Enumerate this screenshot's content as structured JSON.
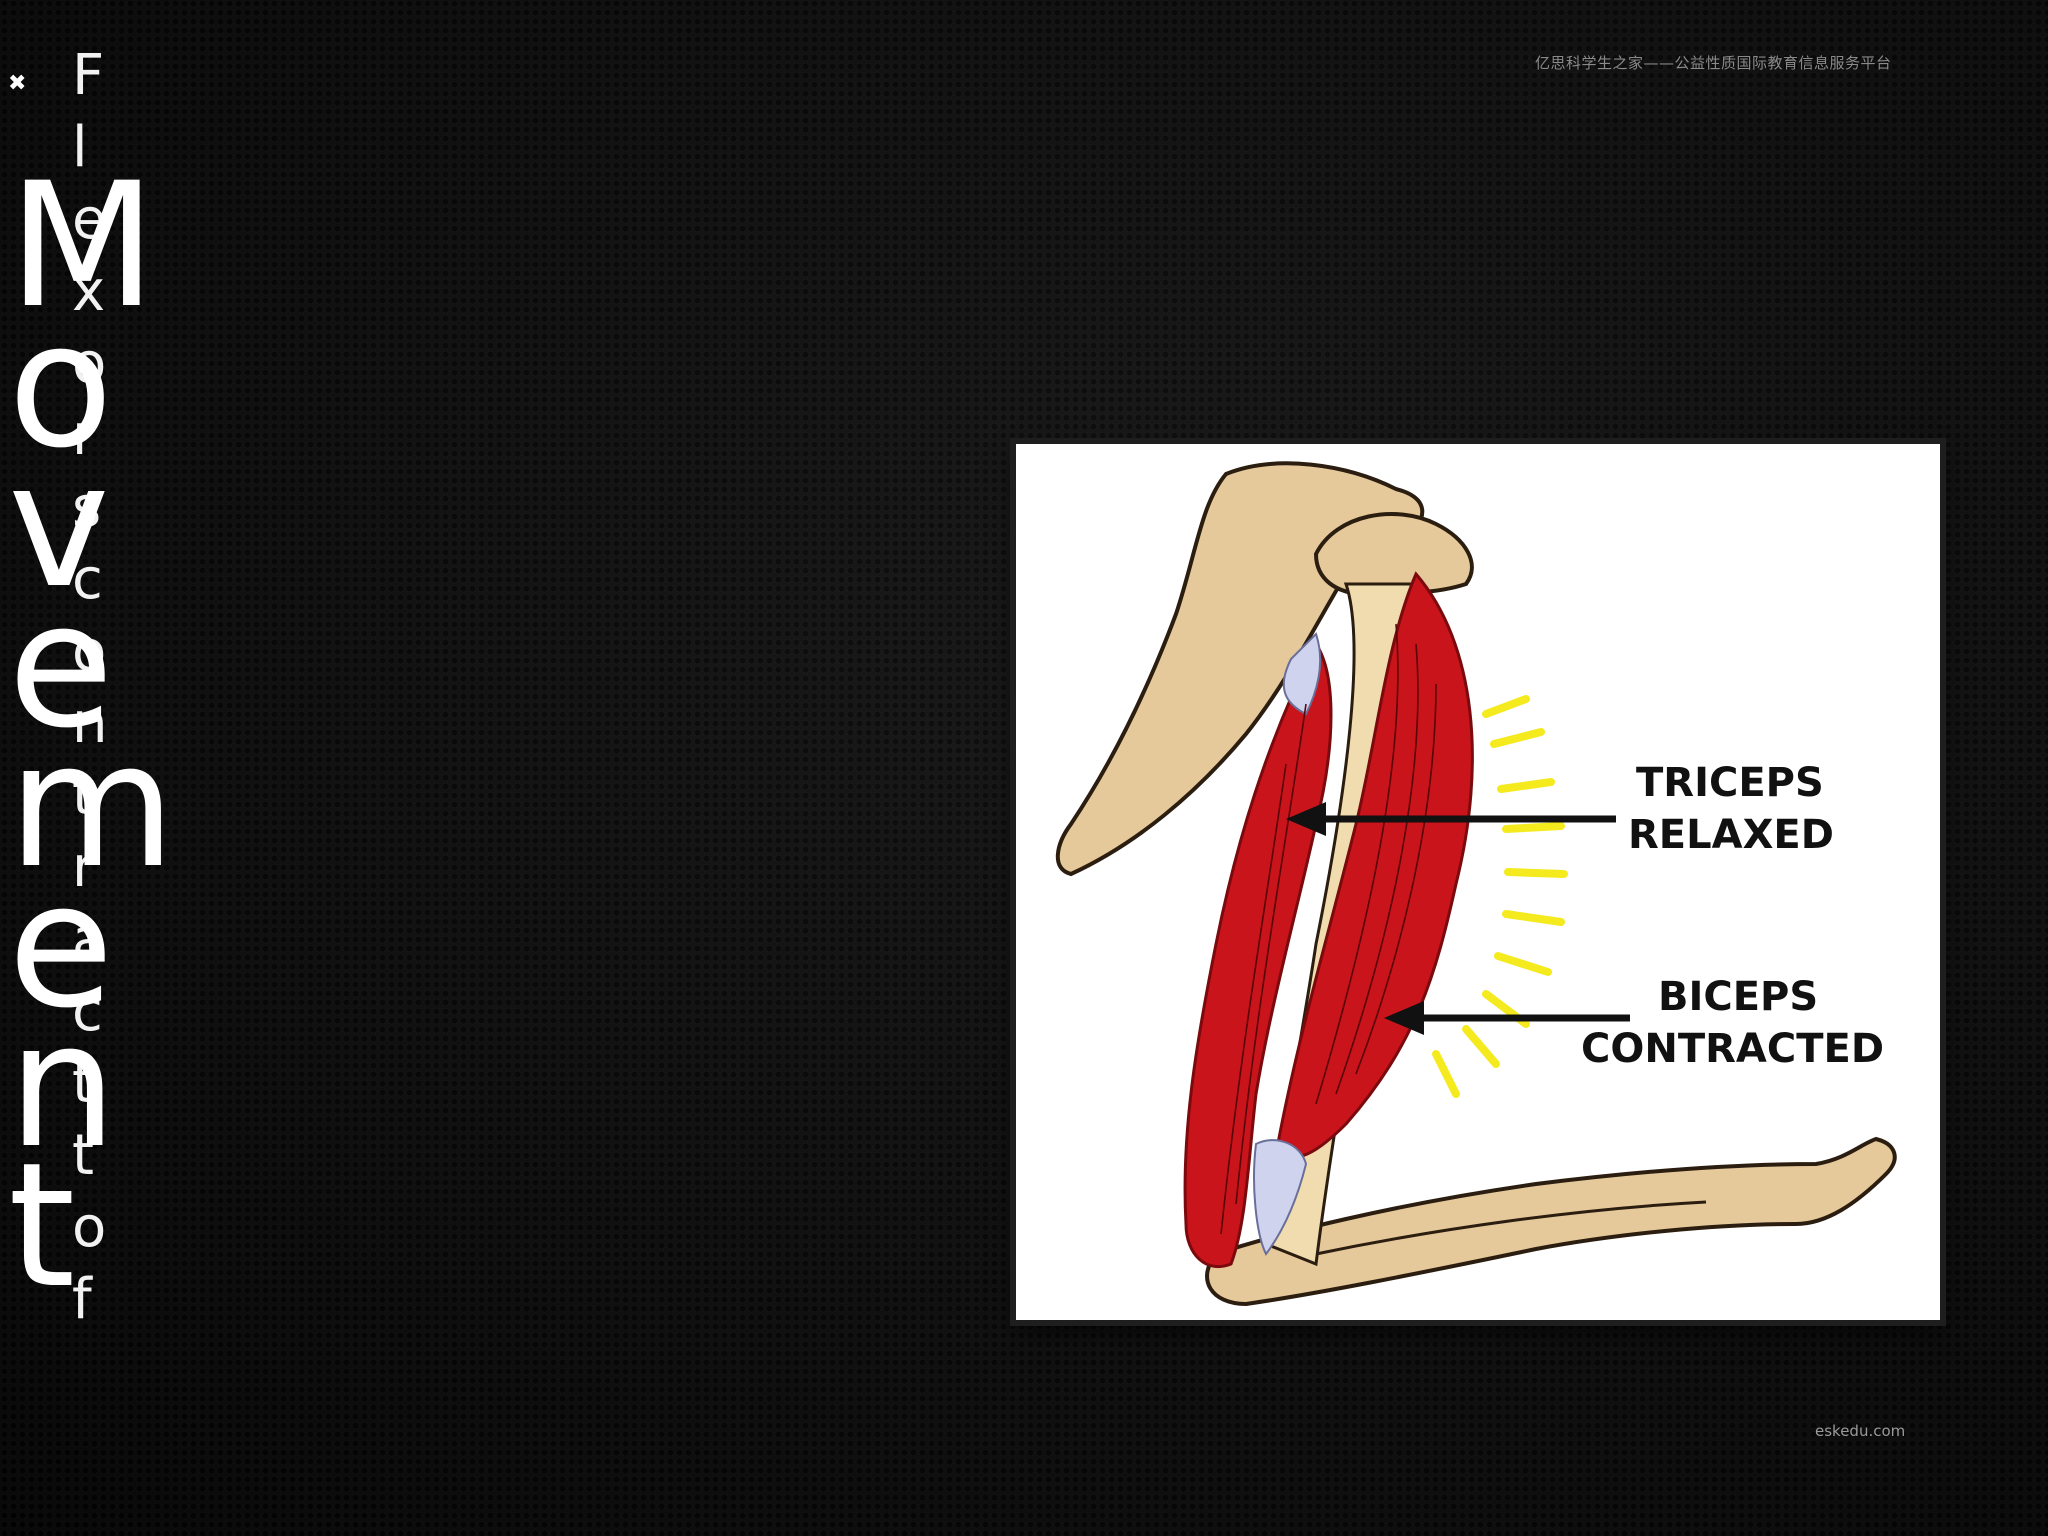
{
  "slide": {
    "title": "Movement",
    "bullet_text": "Flexors contract to f",
    "bullet_glyph": "✖"
  },
  "watermarks": {
    "top": "亿思科学生之家——公益性质国际教育信息服务平台",
    "bottom": "eskedu.com"
  },
  "figure": {
    "labels": {
      "triceps_line1": "TRICEPS",
      "triceps_line2": "RELAXED",
      "biceps_line1": "BICEPS",
      "biceps_line2": "CONTRACTED"
    },
    "colors": {
      "bone": "#e6c99a",
      "bone_outline": "#2b1e10",
      "muscle": "#c8141a",
      "muscle_dark": "#7a0a0e",
      "tendon": "#cfd3ee",
      "glow": "#f4ea1e"
    }
  }
}
